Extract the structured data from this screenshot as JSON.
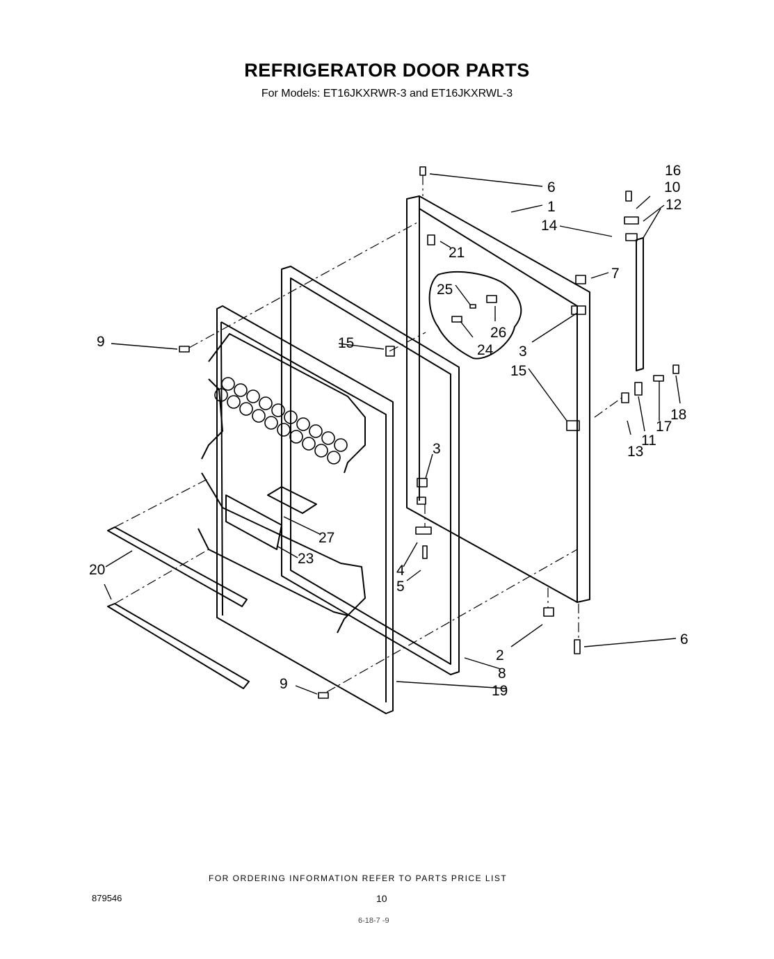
{
  "title": "REFRIGERATOR DOOR PARTS",
  "subtitle": "For Models: ET16JKXRWR-3 and ET16JKXRWL-3",
  "callouts": {
    "c1": "1",
    "c2": "2",
    "c3a": "3",
    "c3b": "3",
    "c4": "4",
    "c5": "5",
    "c6a": "6",
    "c6b": "6",
    "c7": "7",
    "c8": "8",
    "c9a": "9",
    "c9b": "9",
    "c10": "10",
    "c11": "11",
    "c12": "12",
    "c13": "13",
    "c14": "14",
    "c15a": "15",
    "c15b": "15",
    "c16": "16",
    "c17": "17",
    "c18": "18",
    "c19": "19",
    "c20": "20",
    "c21": "21",
    "c23": "23",
    "c24": "24",
    "c25": "25",
    "c26": "26",
    "c27": "27"
  },
  "footer": {
    "ordering_note": "FOR ORDERING INFORMATION REFER TO PARTS PRICE LIST",
    "code": "879546",
    "page_number": "10",
    "handwriting": "6-18-7 -9"
  }
}
